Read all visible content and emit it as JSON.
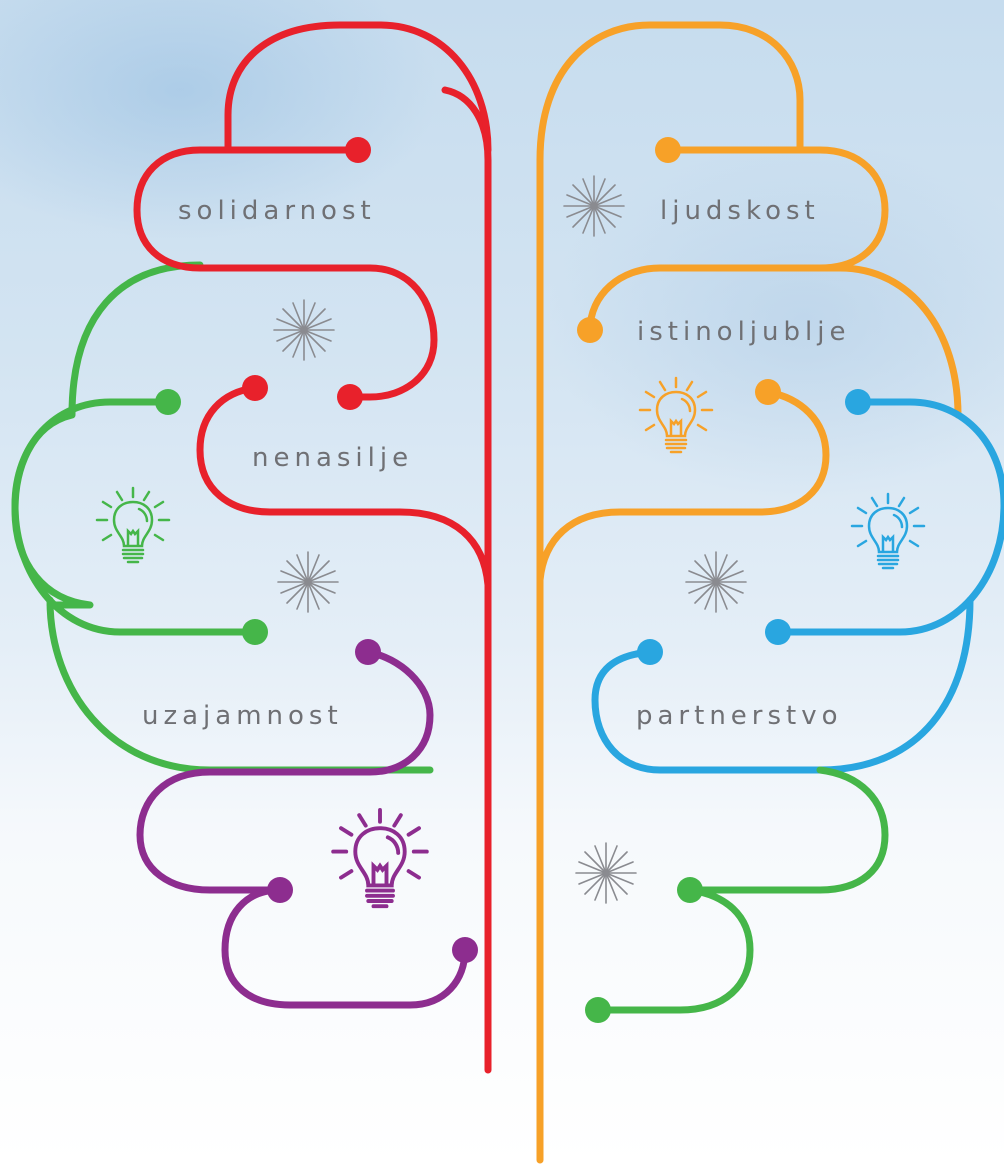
{
  "words": {
    "solidarnost": "solidarnost",
    "nenasilje": "nenasilje",
    "uzajamnost": "uzajamnost",
    "ljudskost": "ljudskost",
    "istinoljublje": "istinoljublje",
    "partnerstvo": "partnerstvo"
  },
  "colors": {
    "red": "#e8212b",
    "orange": "#f7a128",
    "green": "#45b649",
    "purple": "#8d2d8f",
    "blue": "#29a6e0",
    "star": "#8a8b90"
  },
  "icons": [
    "lightbulb-icon",
    "sparkle-star-icon"
  ]
}
